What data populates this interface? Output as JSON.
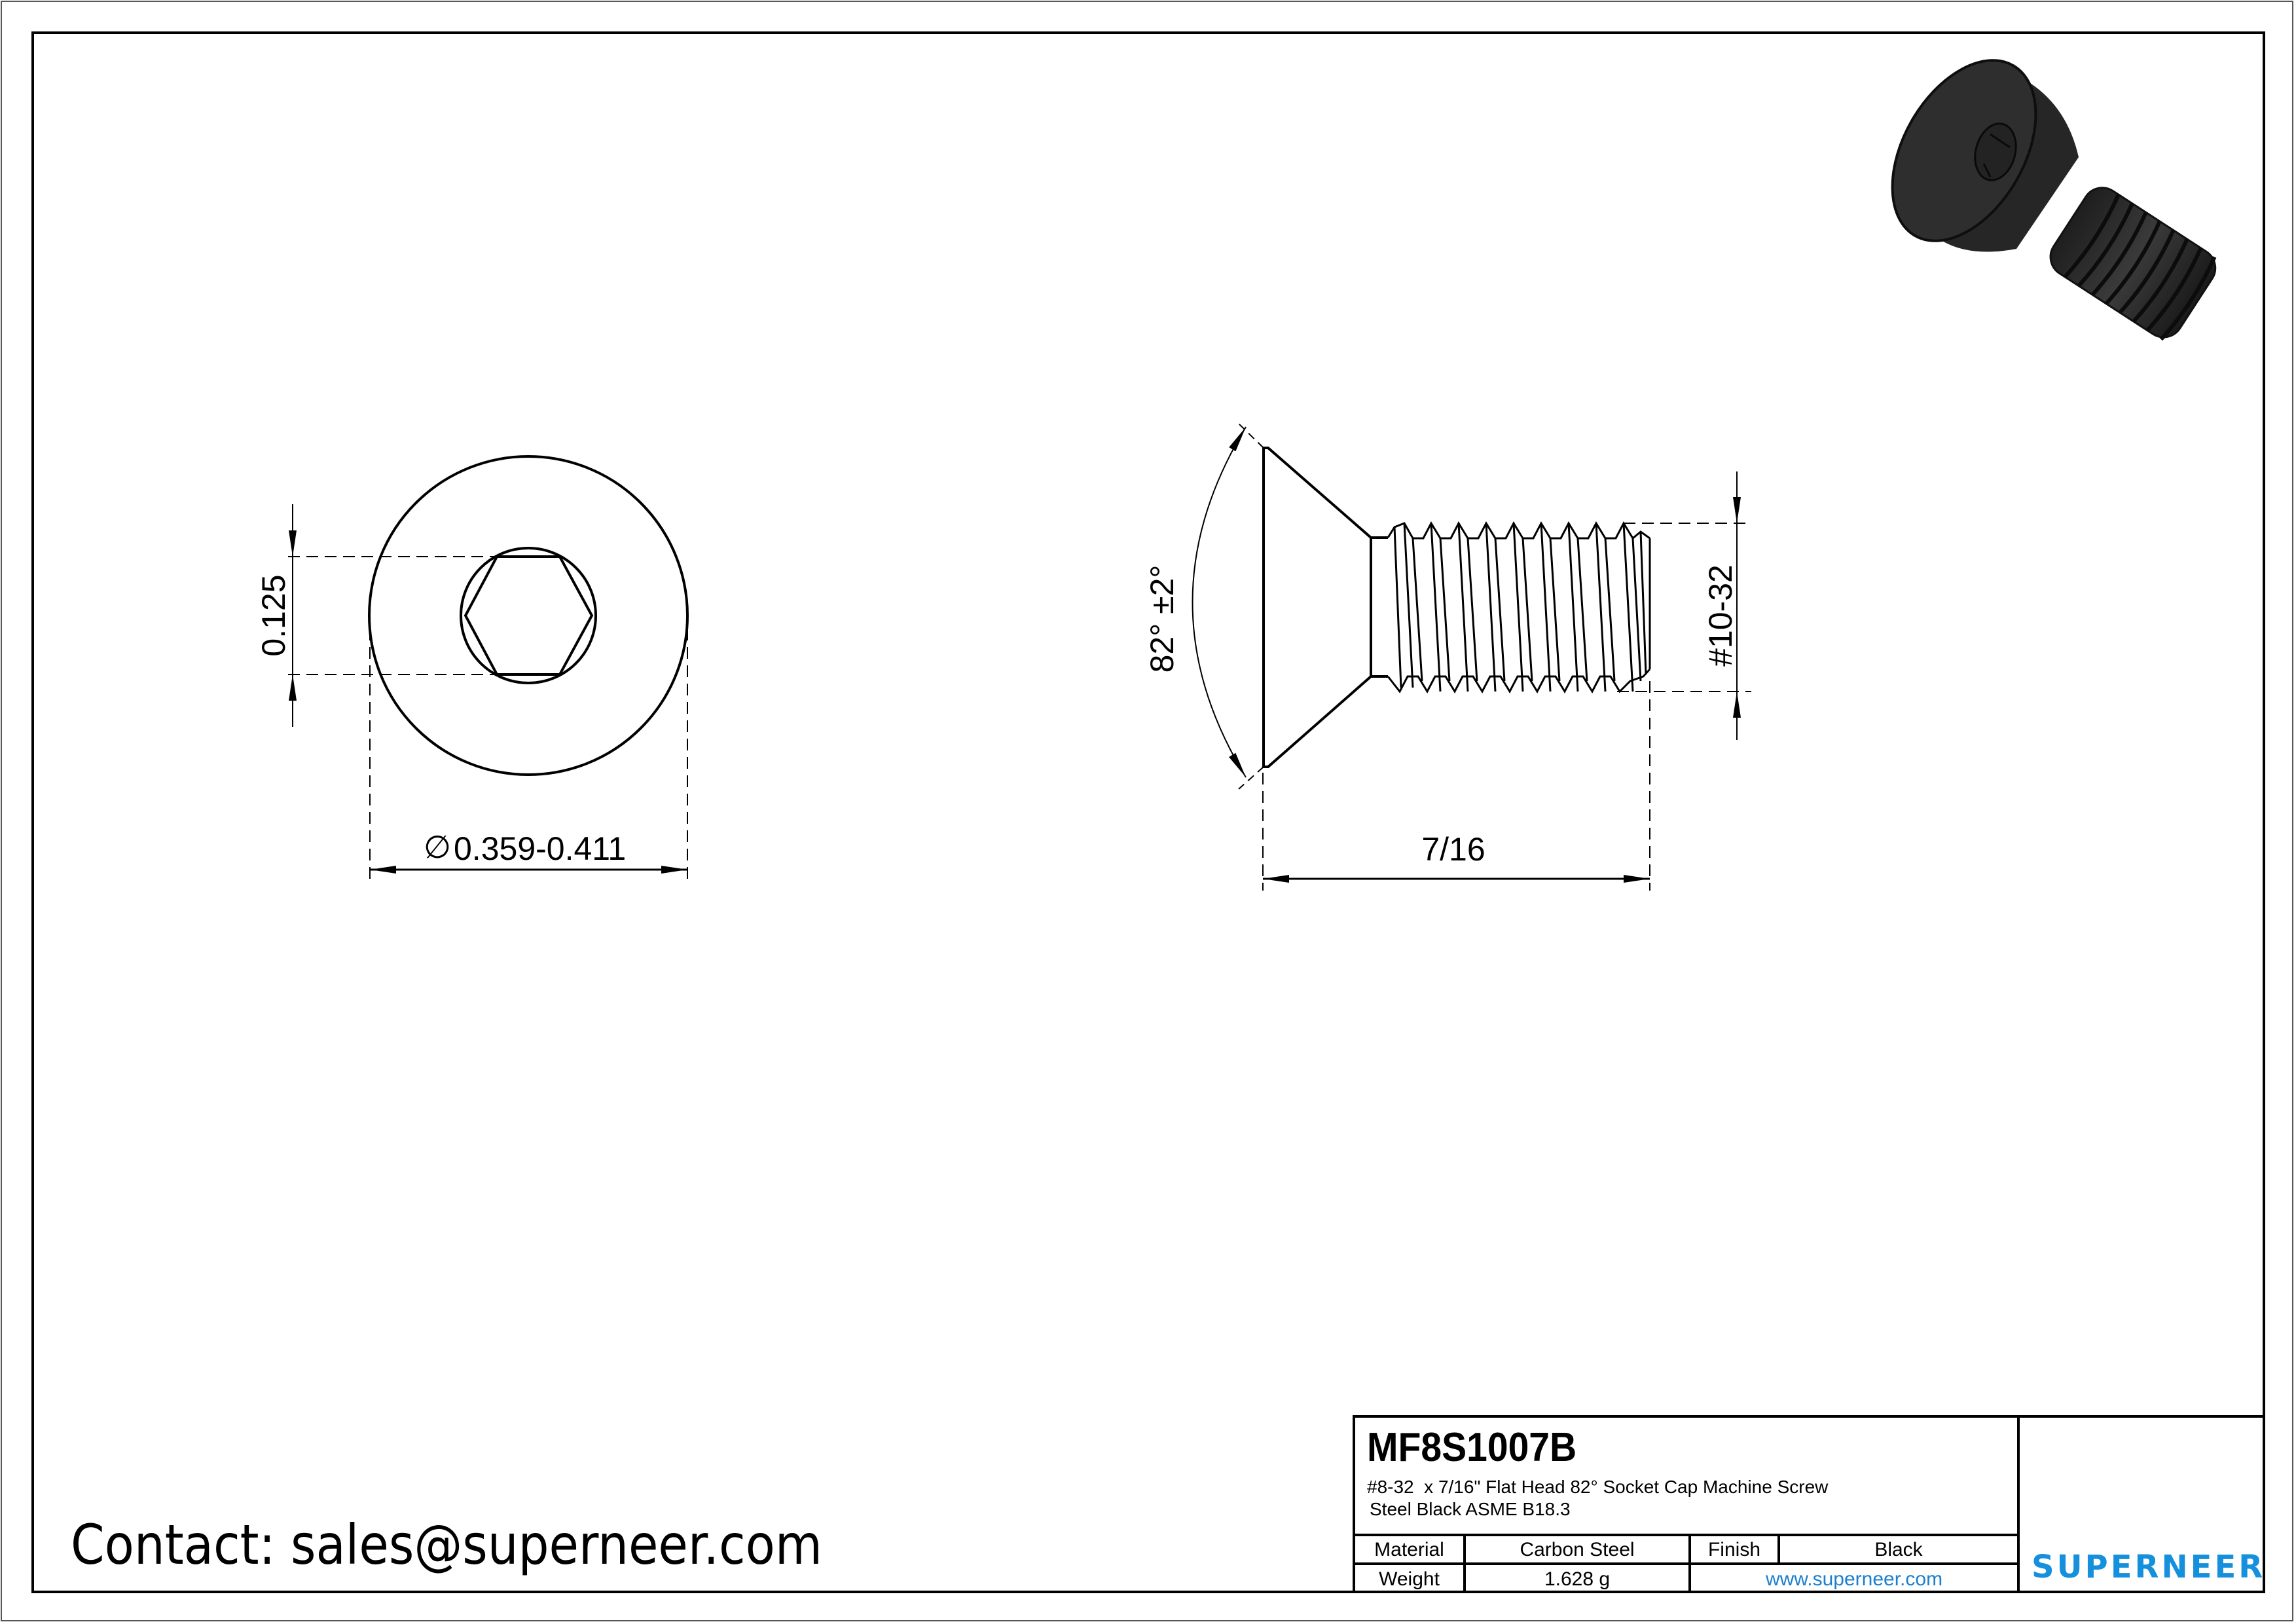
{
  "drawing": {
    "front_view": {
      "socket_dimension": "0.125",
      "head_diameter_dimension": "0.359-0.411",
      "diameter_symbol": "∅"
    },
    "side_view": {
      "angle_dimension": "82° ±2°",
      "length_dimension": "7/16",
      "thread_dimension": "#10-32"
    },
    "iso_render": "black flat head socket cap screw 3D render"
  },
  "contact": {
    "text": "Contact: sales@superneer.com"
  },
  "title_block": {
    "part_number": "MF8S1007B",
    "description_line1": "#8-32  x 7/16\" Flat Head 82° Socket Cap Machine Screw",
    "description_line2": "Steel Black ASME B18.3",
    "material_label": "Material",
    "material_value": "Carbon Steel",
    "finish_label": "Finish",
    "finish_value": "Black",
    "weight_label": "Weight",
    "weight_value": "1.628 g",
    "website": "www.superneer.com",
    "brand": "SUPERNEER"
  },
  "colors": {
    "brand_blue": "#1590dc",
    "link_blue": "#1a7fd0",
    "line": "#000000",
    "render_black": "#2a2a2a"
  }
}
